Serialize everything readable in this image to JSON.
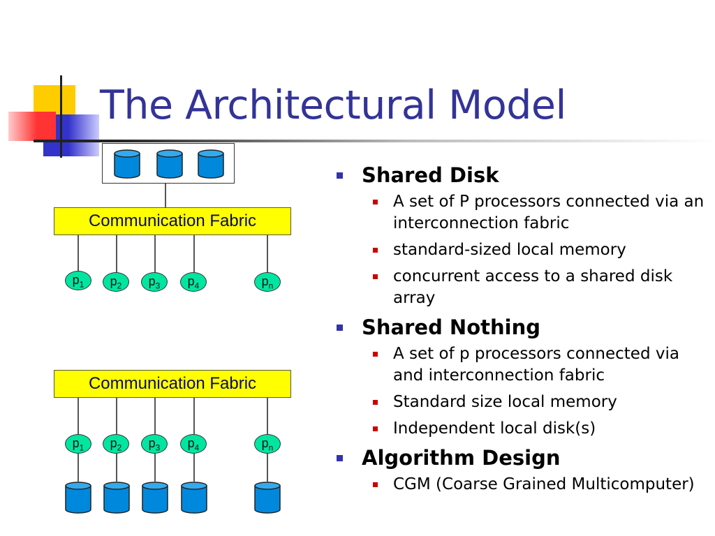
{
  "slide": {
    "title": "The Architectural Model"
  },
  "diagram_top": {
    "fabric_label": "Communication Fabric",
    "processors": [
      {
        "base": "p",
        "sub": "1"
      },
      {
        "base": "p",
        "sub": "2"
      },
      {
        "base": "p",
        "sub": "3"
      },
      {
        "base": "p",
        "sub": "4"
      },
      {
        "base": "p",
        "sub": "n"
      }
    ]
  },
  "diagram_bottom": {
    "fabric_label": "Communication Fabric",
    "processors": [
      {
        "base": "p",
        "sub": "1"
      },
      {
        "base": "p",
        "sub": "2"
      },
      {
        "base": "p",
        "sub": "3"
      },
      {
        "base": "p",
        "sub": "4"
      },
      {
        "base": "p",
        "sub": "n"
      }
    ]
  },
  "colors": {
    "title": "#333399",
    "fabric": "#ffff00",
    "processor": "#00e6a0",
    "disk": "#0088dd",
    "bullet_primary": "#3333aa",
    "bullet_secondary": "#cc0000"
  },
  "bullets": [
    {
      "heading": "Shared Disk",
      "items": [
        "A set of P processors connected via an interconnection fabric",
        "standard-sized local memory",
        "concurrent access to a shared disk array"
      ]
    },
    {
      "heading": "Shared Nothing",
      "items": [
        "A set of p processors connected via and interconnection fabric",
        "Standard size local memory",
        "Independent local disk(s)"
      ]
    },
    {
      "heading": "Algorithm Design",
      "items": [
        "CGM (Coarse Grained Multicomputer)"
      ]
    }
  ]
}
